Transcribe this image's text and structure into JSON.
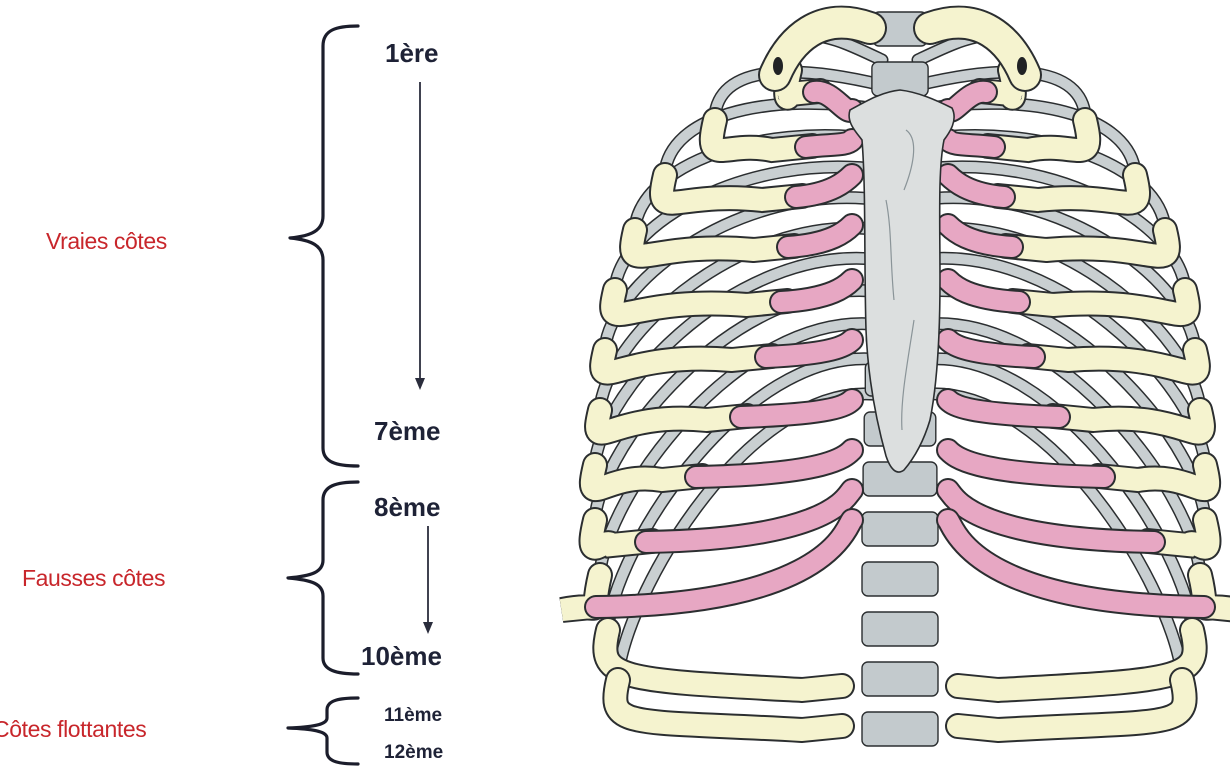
{
  "groups": {
    "true_ribs": "Vraies côtes",
    "false_ribs": "Fausses côtes",
    "floating_ribs": "Côtes flottantes"
  },
  "ribs": {
    "r1": "1ère",
    "r7": "7ème",
    "r8": "8ème",
    "r10": "10ème",
    "r11": "11ème",
    "r12": "12ème"
  },
  "colors": {
    "group_label": "#c8262b",
    "rib_label": "#1e2236",
    "bone": "#f5f3cf",
    "cartilage": "#e7a7c3",
    "sternum": "#dcdfdf",
    "back_rib": "#c9cfd1"
  }
}
